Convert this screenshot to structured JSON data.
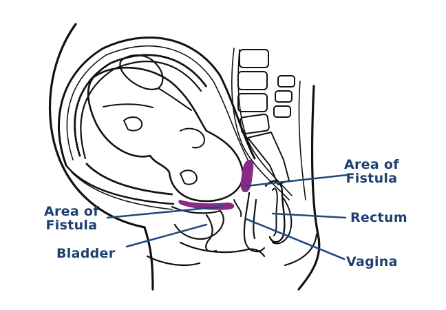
{
  "diagram": {
    "title": "",
    "subject": "Sagittal section of pregnant woman in obstructed labor showing obstetric fistula locations",
    "colors": {
      "label_text": "#1f3f70",
      "leader_line": "#1f4a80",
      "fistula_highlight": "#8a2a86",
      "outline": "#111111",
      "background": "#ffffff"
    },
    "labels": [
      {
        "id": "area-of-fistula-right",
        "line1": "Area of",
        "line2": "Fistula"
      },
      {
        "id": "rectum",
        "line1": "Rectum"
      },
      {
        "id": "vagina",
        "line1": "Vagina"
      },
      {
        "id": "area-of-fistula-left",
        "line1": "Area of",
        "line2": "Fistula"
      },
      {
        "id": "bladder",
        "line1": "Bladder"
      }
    ]
  }
}
